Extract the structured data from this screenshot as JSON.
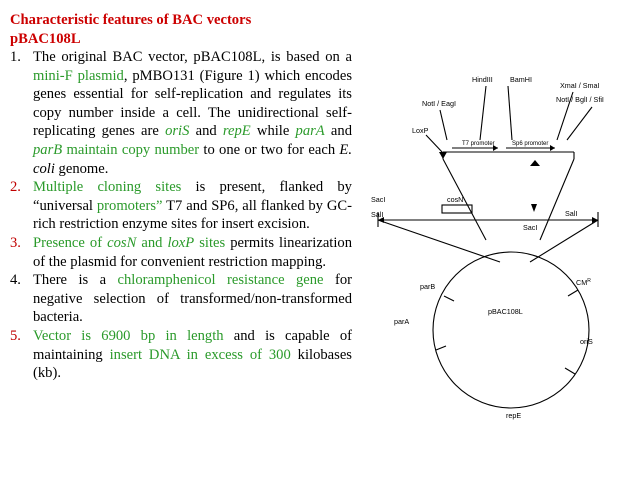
{
  "header": {
    "line1": "Characteristic features of BAC vectors",
    "line2": "pBAC108L"
  },
  "items": [
    {
      "num": "1.",
      "segs": [
        {
          "t": "The original BAC vector, pBAC108L, is based on a ",
          "c": ""
        },
        {
          "t": "mini-F plasmid",
          "c": "green"
        },
        {
          "t": ", pMBO131 (Figure 1) which encodes genes essential for self-replication and regulates its copy number inside a cell. The unidirectional self-replicating genes are ",
          "c": ""
        },
        {
          "t": "oriS",
          "c": "green italic"
        },
        {
          "t": " and ",
          "c": ""
        },
        {
          "t": "repE",
          "c": "green italic"
        },
        {
          "t": " while ",
          "c": ""
        },
        {
          "t": "parA",
          "c": "green italic"
        },
        {
          "t": " and ",
          "c": ""
        },
        {
          "t": "parB",
          "c": "green italic"
        },
        {
          "t": " maintain copy number",
          "c": "green"
        },
        {
          "t": " to one or two for each ",
          "c": ""
        },
        {
          "t": "E. coli",
          "c": "italic"
        },
        {
          "t": " genome.",
          "c": ""
        }
      ]
    },
    {
      "num": "2.",
      "numColor": "red",
      "segs": [
        {
          "t": "Multiple cloning sites",
          "c": "green"
        },
        {
          "t": " is present, flanked by “universal ",
          "c": ""
        },
        {
          "t": "promoters”",
          "c": "green"
        },
        {
          "t": " T7 and SP6, all flanked by GC-rich restriction enzyme sites for insert excision.",
          "c": ""
        }
      ]
    },
    {
      "num": "3.",
      "numColor": "red",
      "segs": [
        {
          "t": "Presence of ",
          "c": "green"
        },
        {
          "t": "cosN",
          "c": "green italic"
        },
        {
          "t": " and ",
          "c": "green"
        },
        {
          "t": "loxP",
          "c": "green italic"
        },
        {
          "t": " sites",
          "c": "green"
        },
        {
          "t": " permits linearization of the plasmid for convenient restriction mapping.",
          "c": ""
        }
      ]
    },
    {
      "num": "4.",
      "segs": [
        {
          "t": "There is a ",
          "c": ""
        },
        {
          "t": "chloramphenicol resistance gene",
          "c": "green"
        },
        {
          "t": " for negative selection of transformed/non-transformed bacteria.",
          "c": ""
        }
      ]
    },
    {
      "num": "5.",
      "numColor": "red",
      "segs": [
        {
          "t": "Vector is 6900 bp in length",
          "c": "green"
        },
        {
          "t": " and is capable of maintaining ",
          "c": ""
        },
        {
          "t": "insert DNA in excess of 300",
          "c": "green"
        },
        {
          "t": " kilobases (kb).",
          "c": ""
        }
      ]
    }
  ],
  "figure": {
    "hindiii": "HindIII",
    "bamhi": "BamHI",
    "noti_eagi": "NotI / EagI",
    "xmai_smai": "XmaI / SmaI",
    "noti_bgli_sfii": "NotI / BglI / SfiI",
    "loxp": "LoxP",
    "t7": "T7 promoter",
    "sp6": "Sp6 promoter",
    "sacl_left": "SacI",
    "sall_left": "SalI",
    "cosn": "cosN",
    "sacl_right": "SacI",
    "sall_right": "SalI",
    "parb": "parB",
    "cmr": "CM",
    "cmr_sup": "R",
    "plasmid": "pBAC108L",
    "para": "parA",
    "oris": "oriS",
    "repe": "repE"
  },
  "colors": {
    "heading": "#cc0000",
    "green": "#2a9a2a",
    "red": "#c00000"
  }
}
